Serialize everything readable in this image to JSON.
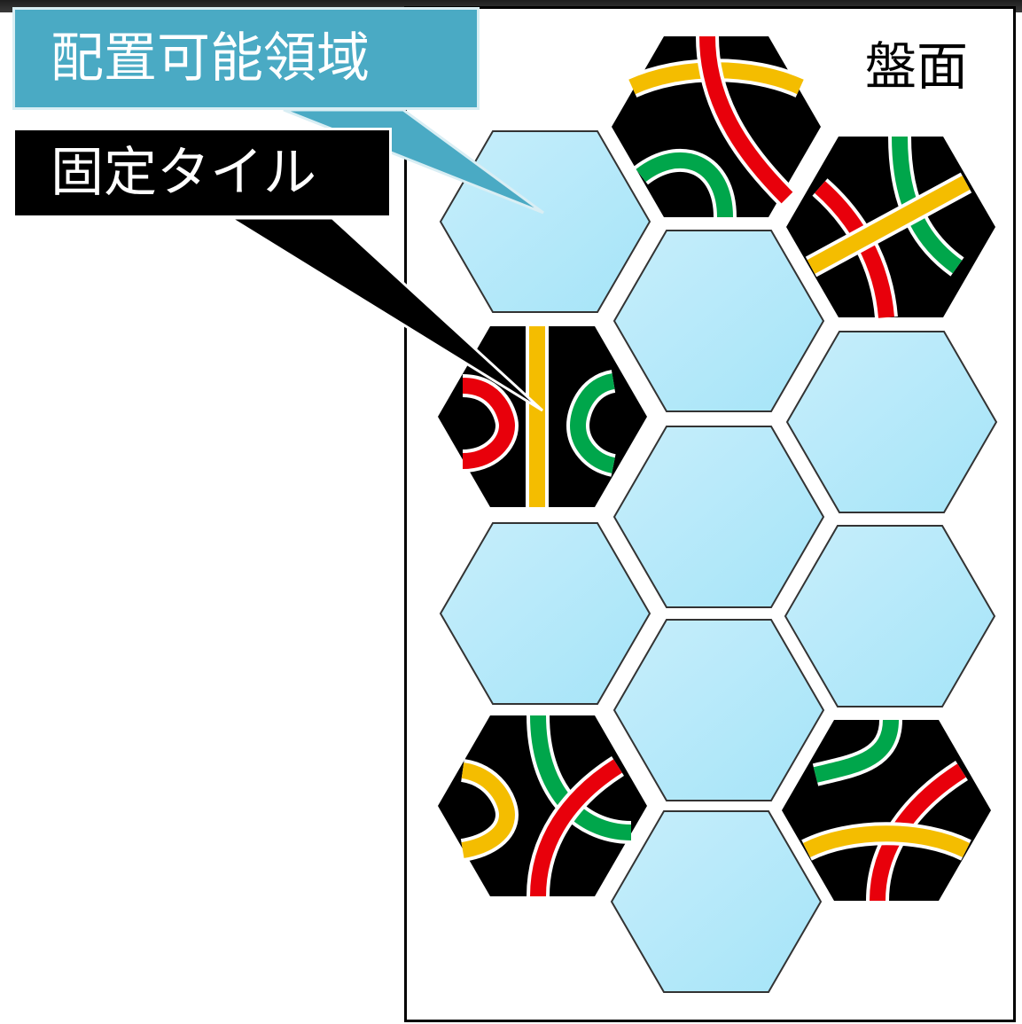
{
  "board": {
    "label": "盤面"
  },
  "callouts": {
    "placement_area": "配置可能領域",
    "fixed_tile": "固定タイル"
  },
  "colors": {
    "empty_cell_light": "#c7eefb",
    "empty_cell_dark": "#a5e4f8",
    "tile_background": "#000000",
    "route_red": "#e8000b",
    "route_yellow": "#f4bd00",
    "route_green": "#00a64b",
    "callout_blue": "#4aaac4",
    "callout_black": "#000000"
  },
  "cells": [
    {
      "id": "r0-top",
      "state": "fixed-tile"
    },
    {
      "id": "r1-left",
      "state": "placement-area"
    },
    {
      "id": "r1-right",
      "state": "fixed-tile"
    },
    {
      "id": "r2-mid",
      "state": "placement-area"
    },
    {
      "id": "r3-left",
      "state": "fixed-tile"
    },
    {
      "id": "r3-right",
      "state": "placement-area"
    },
    {
      "id": "r4-mid",
      "state": "placement-area"
    },
    {
      "id": "r5-left",
      "state": "placement-area"
    },
    {
      "id": "r5-right",
      "state": "placement-area"
    },
    {
      "id": "r6-mid",
      "state": "placement-area"
    },
    {
      "id": "r7-left",
      "state": "fixed-tile"
    },
    {
      "id": "r7-right",
      "state": "fixed-tile"
    },
    {
      "id": "r8-mid",
      "state": "placement-area"
    }
  ]
}
